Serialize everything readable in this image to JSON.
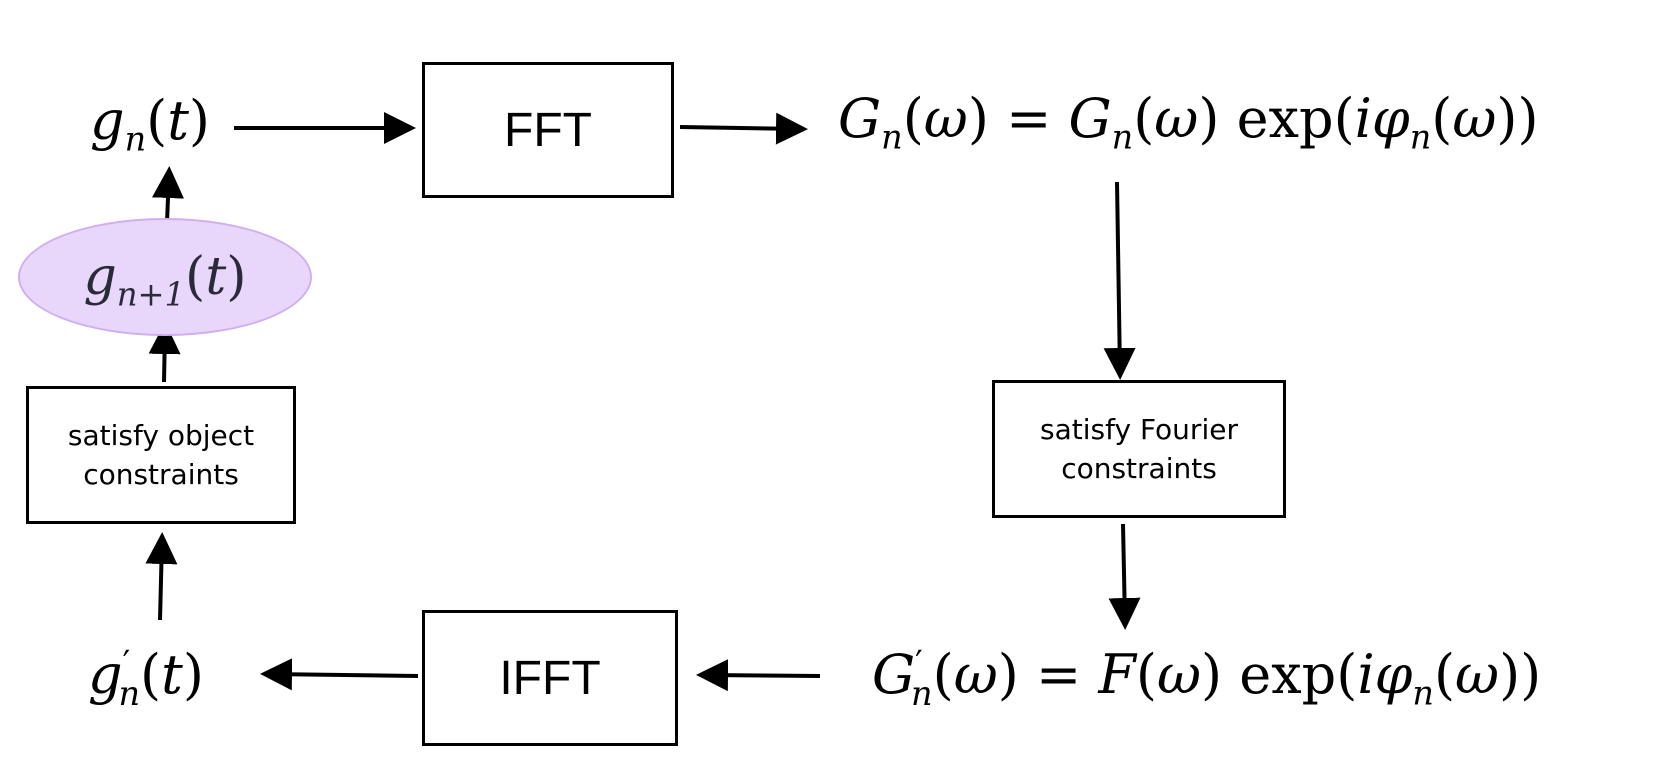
{
  "nodes": {
    "fft_label": "FFT",
    "ifft_label": "IFFT",
    "fourier_constraints_label": "satisfy Fourier constraints",
    "object_constraints_label": "satisfy object constraints"
  },
  "math": {
    "g": "g",
    "G": "G",
    "F": "F",
    "t": "t",
    "omega": "ω",
    "phi": "φ",
    "n": "n",
    "n_plus_1": "n+1",
    "i": "i",
    "exp": "exp",
    "prime": "′",
    "equals": "="
  },
  "colors": {
    "ellipse_fill": "#e9d6fb",
    "ellipse_border": "#cfb0ef",
    "stroke": "#000000"
  }
}
